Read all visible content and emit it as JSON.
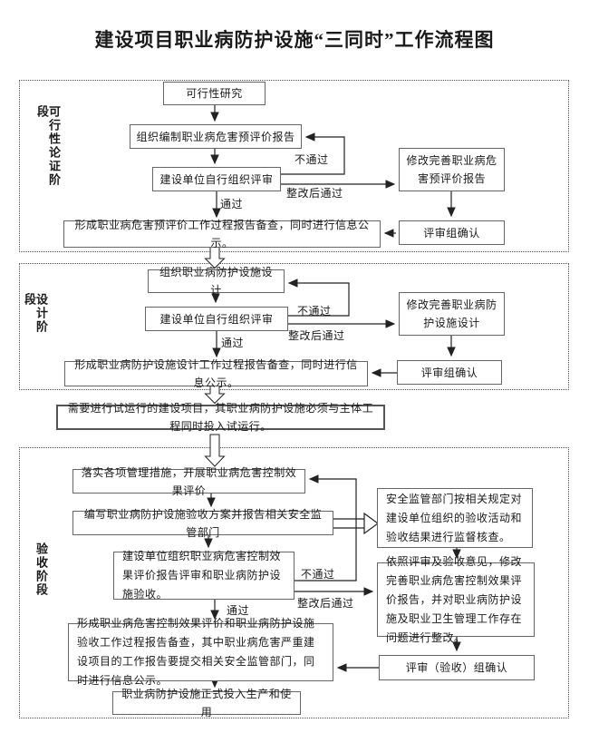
{
  "title": "建设项目职业病防护设施“三同时”工作流程图",
  "edge_labels": {
    "pass": "通过",
    "fail": "不通过",
    "pass_after_rectify": "整改后通过"
  },
  "stage1": {
    "name": "可行性论证阶段",
    "feasibility_study": "可行性研究",
    "prepare_preeval_report": "组织编制职业病危害预评价报告",
    "self_review": "建设单位自行组织评审",
    "record_and_publicize": "形成职业病危害预评价工作过程报告备查，同时进行信息公示。",
    "revise_report": "修改完善职业病危害预评价报告",
    "panel_confirm": "评审组确认"
  },
  "stage2": {
    "name": "设计阶段",
    "organize_design": "组织职业病防护设施设计",
    "self_review": "建设单位自行组织评审",
    "record_and_publicize": "形成职业病防护设施设计工作过程报告备查，同时进行信息公示。",
    "revise_design": "修改完善职业病防护设施设计",
    "panel_confirm": "评审组确认"
  },
  "trial_run_note": "需要进行试运行的建设项目，其职业病防护设施必须与主体工程同时投入试运行。",
  "stage3": {
    "name": "验收阶段",
    "implement_measures": "落实各项管理措施，开展职业病危害控制效果评价",
    "write_acceptance_plan": "编写职业病防护设施验收方案并报告相关安全监管部门",
    "organize_acceptance": "建设单位组织职业病危害控制效果评价报告评审和职业病防护设施验收。",
    "record_and_publicize": "形成职业病危害控制效果评价和职业病防护设施验收工作过程报告备查，其中职业病危害严重建设项目的工作报告要提交相关安全监管部门，同时进行信息公示。",
    "formal_operation": "职业病防护设施正式投入生产和使用",
    "supervision_check": "安全监管部门按相关规定对建设单位组织的验收活动和验收结果进行监督核查。",
    "rectify_per_opinions": "依照评审及验收意见，修改完善职业病危害控制效果评价报告，并对职业病防护设施及职业卫生管理工作存在问题进行整改。",
    "panel_confirm": "评审（验收）组确认"
  }
}
